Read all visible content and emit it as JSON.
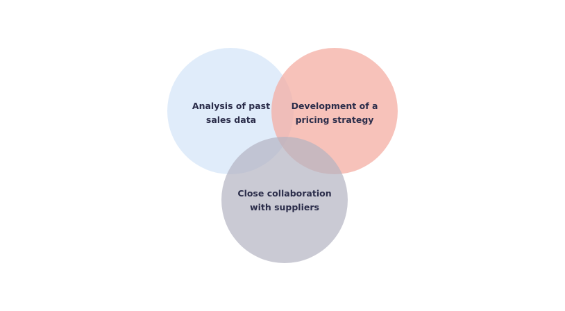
{
  "diagram": {
    "type": "venn",
    "circles": [
      {
        "id": "analysis",
        "lines": [
          "Analysis of past",
          "sales data"
        ],
        "color": "#d5e6f8"
      },
      {
        "id": "pricing",
        "lines": [
          "Development of a",
          "pricing strategy"
        ],
        "color": "#f4aea3"
      },
      {
        "id": "suppliers",
        "lines": [
          "Close collaboration",
          "with suppliers"
        ],
        "color": "#b3b3c2"
      }
    ],
    "text_color": "#2b2d4a"
  }
}
